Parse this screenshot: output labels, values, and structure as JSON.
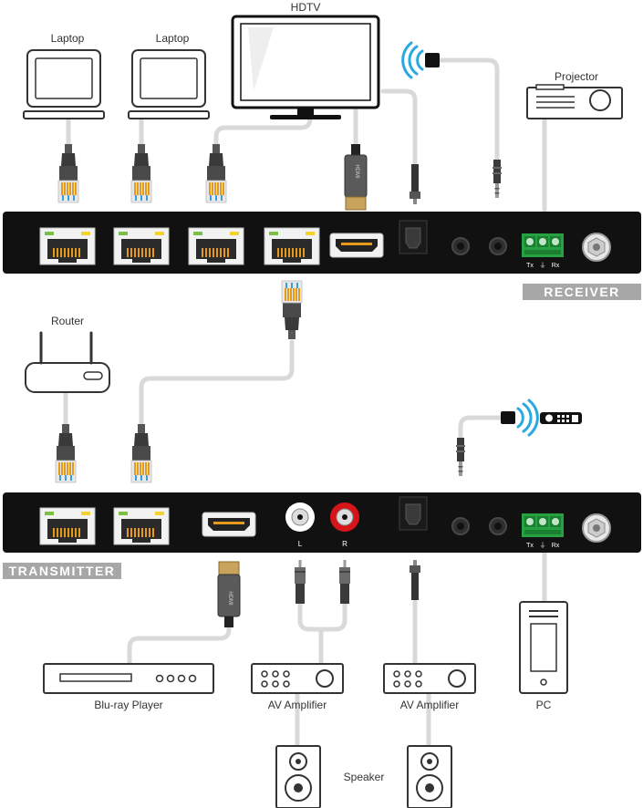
{
  "labels": {
    "laptop_1": "Laptop",
    "laptop_2": "Laptop",
    "hdtv": "HDTV",
    "projector": "Projector",
    "router": "Router",
    "bluray": "Blu-ray Player",
    "amp_1": "AV Amplifier",
    "amp_2": "AV Amplifier",
    "pc": "PC",
    "speaker": "Speaker"
  },
  "receiver": {
    "banner": "RECEIVER",
    "serial_tx": "Tx",
    "serial_gnd": "⏚",
    "serial_rx": "Rx"
  },
  "transmitter": {
    "banner": "TRANSMITTER",
    "audio_l": "L",
    "audio_r": "R",
    "serial_tx": "Tx",
    "serial_gnd": "⏚",
    "serial_rx": "Rx"
  },
  "connectors": {
    "hdmi_plug_text": "HDMI",
    "hdmi_plug_text_2": "HDMI"
  },
  "colors": {
    "device_body": "#111111",
    "cable": "#d9d9d9",
    "rj45_jack": "#f2f2f2",
    "gold_pins": "#e59a1c",
    "led_green": "#7bc043",
    "led_yellow": "#f2d32b",
    "terminal_green": "#27a243",
    "ir_blue": "#29a9e0",
    "rca_red": "#d7141a",
    "banner_gray": "#a7a7a7"
  },
  "icons": {
    "ir_receiver": "ir-waves-icon",
    "ir_emitter": "ir-waves-icon",
    "remote": "remote-control-icon"
  }
}
